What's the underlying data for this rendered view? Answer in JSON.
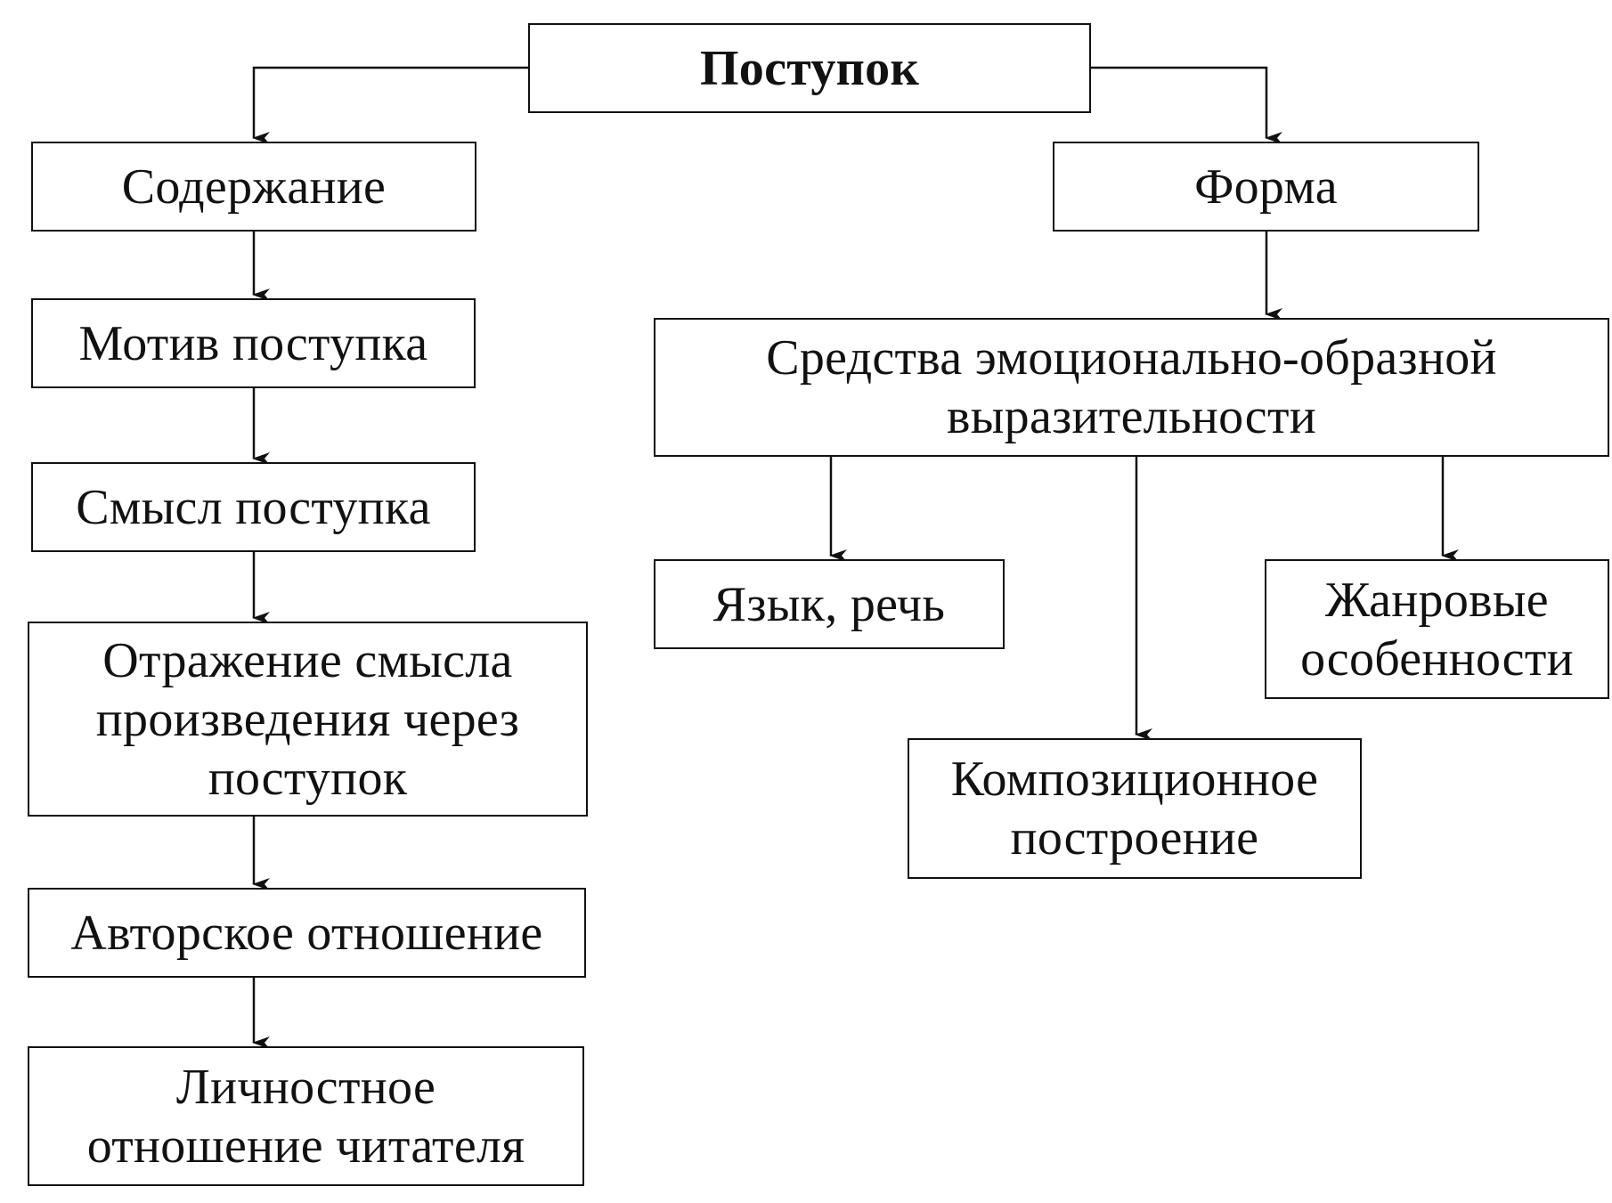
{
  "diagram": {
    "nodes": {
      "root": "Поступок",
      "content": "Содержание",
      "form": "Форма",
      "motive": "Мотив поступка",
      "sense": "Смысл поступка",
      "reflect": "Отражение смысла\nпроизведения через\nпоступок",
      "author": "Авторское отношение",
      "reader": "Личностное\nотношение читателя",
      "means": "Средства эмоционально-образной\nвыразительности",
      "lang": "Язык, речь",
      "genre": "Жанровые\nособенности",
      "comp": "Композиционное\nпостроение"
    },
    "edges": [
      {
        "from": "root",
        "to": "content"
      },
      {
        "from": "root",
        "to": "form"
      },
      {
        "from": "content",
        "to": "motive"
      },
      {
        "from": "motive",
        "to": "sense"
      },
      {
        "from": "sense",
        "to": "reflect"
      },
      {
        "from": "reflect",
        "to": "author"
      },
      {
        "from": "author",
        "to": "reader"
      },
      {
        "from": "form",
        "to": "means"
      },
      {
        "from": "means",
        "to": "lang"
      },
      {
        "from": "means",
        "to": "comp"
      },
      {
        "from": "means",
        "to": "genre"
      }
    ],
    "colors": {
      "stroke": "#111111",
      "background": "#ffffff"
    }
  }
}
